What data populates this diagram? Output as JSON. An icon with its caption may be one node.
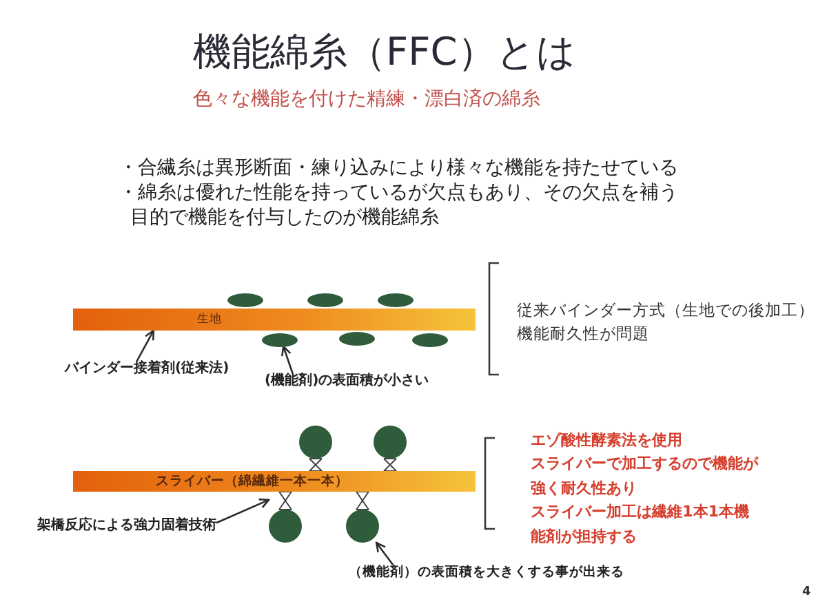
{
  "diagram": {
    "title": "機能綿糸（FFC）とは",
    "nodes": [
      {
        "text": [],
        "shape": "ellipse"
      },
      {
        "text": [],
        "shape": "ellipse"
      },
      {
        "text": [],
        "shape": "ellipse"
      },
      {
        "text": [
          "生地"
        ]
      },
      {
        "text": [],
        "shape": "ellipse"
      },
      {
        "text": [],
        "shape": "ellipse"
      },
      {
        "text": [],
        "shape": "ellipse"
      },
      {
        "text": [
          "バインダー接着剤(従来法)"
        ]
      },
      {
        "text": [
          "(機能剤)の表面積が小さい"
        ]
      },
      {
        "text": [],
        "shape": "circle"
      },
      {
        "text": [],
        "shape": "circle"
      },
      {
        "text": [
          "スライバー（綿繊維一本一本）"
        ]
      },
      {
        "text": [],
        "shape": "circle"
      },
      {
        "text": [],
        "shape": "circle"
      },
      {
        "text": [
          "架橋反応による強力固着技術"
        ]
      },
      {
        "text": [
          "（機能剤）の表面積を大きくする事が出来る"
        ]
      }
    ],
    "edges": [
      {
        "from": 7,
        "to": 3,
        "arrow": "to"
      },
      {
        "from": 8,
        "to": 4,
        "arrow": "to"
      },
      {
        "from": 14,
        "to": 12,
        "arrow": "to"
      },
      {
        "from": 15,
        "to": 13,
        "arrow": "to"
      }
    ],
    "labels": [
      "色々な機能を付けた精練・漂白済の綿糸",
      "・合繊糸は異形断面・練り込みにより様々な機能を持たせている",
      "・綿糸は優れた性能を持っているが欠点もあり、その欠点を補う目的で機能を付与したのが機能綿糸",
      "従来バインダー方式（生地での後加工）",
      "機能耐久性が問題",
      "エゾ酸性酵素法を使用",
      "スライバーで加工するので機能が強く耐久性あり",
      "スライバー加工は繊維1本1本機能剤が担持する",
      "4"
    ]
  }
}
